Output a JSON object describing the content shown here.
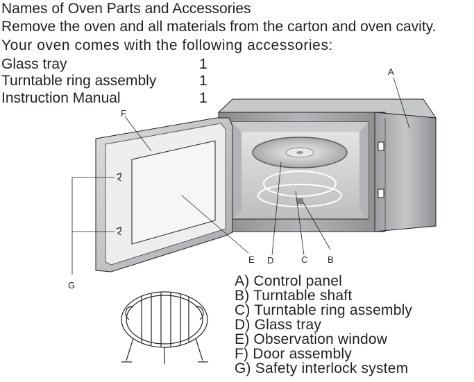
{
  "intro": {
    "heading": "Names of Oven Parts and Accessories",
    "line1": "Remove the oven and all materials from the carton and oven cavity.",
    "line2": "Your oven comes with the following accessories:"
  },
  "accessories": [
    {
      "name": "Glass tray",
      "qty": "1"
    },
    {
      "name": "Turntable ring assembly",
      "qty": "1"
    },
    {
      "name": "Instruction Manual",
      "qty": "1"
    }
  ],
  "callouts": {
    "a": "A",
    "b": "B",
    "c": "C",
    "d": "D",
    "e": "E",
    "f": "F",
    "g": "G"
  },
  "legend": [
    "A) Control panel",
    "B) Turntable shaft",
    "C) Turntable ring assembly",
    "D) Glass tray",
    "E) Observation window",
    "F) Door assembly",
    "G) Safety interlock system"
  ],
  "colors": {
    "oven_body": "#a7a9ac",
    "oven_dark": "#6d6e71",
    "cavity": "#d1d3d4",
    "line": "#231f20"
  }
}
